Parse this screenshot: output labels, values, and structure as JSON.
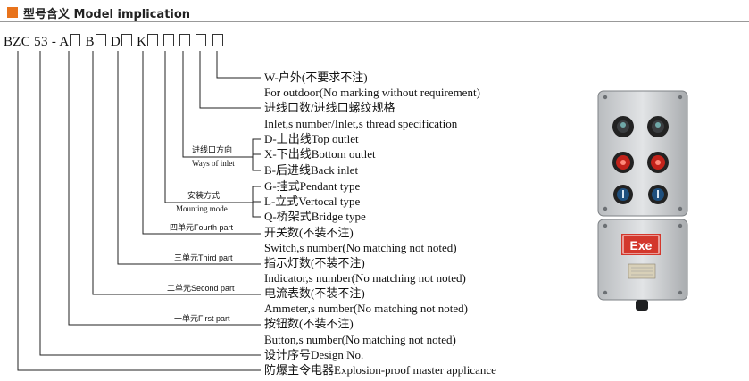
{
  "header": {
    "title": "型号含义 Model implication",
    "accent": "#e8731c"
  },
  "model_code": {
    "prefix": "BZC",
    "series": "53",
    "dash": "-",
    "letters": [
      "A",
      "B",
      "D",
      "K"
    ]
  },
  "lines": {
    "w_cn": "W-户外(不要求不注)",
    "w_en": "For outdoor(No marking without requirement)",
    "inlet_cn": "进线口数/进线口螺纹规格",
    "inlet_en": "Inlet,s number/Inlet,s thread specification",
    "dir_d": "D-上出线Top outlet",
    "dir_x": "X-下出线Bottom outlet",
    "dir_b": "B-后进线Back inlet",
    "mnt_g": "G-挂式Pendant type",
    "mnt_l": "L-立式Vertocal type",
    "mnt_q": "Q-桥架式Bridge type",
    "switch_cn": "开关数(不装不注)",
    "switch_en": "Switch,s number(No matching not noted)",
    "ind_cn": "指示灯数(不装不注)",
    "ind_en": "Indicator,s number(No matching not noted)",
    "amm_cn": "电流表数(不装不注)",
    "amm_en": "Ammeter,s number(No matching not noted)",
    "btn_cn": "按钮数(不装不注)",
    "btn_en": "Button,s number(No matching not noted)",
    "design": "设计序号Design No.",
    "product": "防爆主令电器Explosion-proof master applicance"
  },
  "small_labels": {
    "ways_cn": "进线口方向",
    "ways_en": "Ways of inlet",
    "mount_cn": "安装方式",
    "mount_en": "Mounting mode",
    "fourth": "四单元Fourth part",
    "third": "三单元Third part",
    "second": "二单元Second part",
    "first": "一单元First part"
  },
  "product_image": {
    "badge": "Exe",
    "badge_color": "#d3372c",
    "icon": "explosion-proof-control-box"
  }
}
